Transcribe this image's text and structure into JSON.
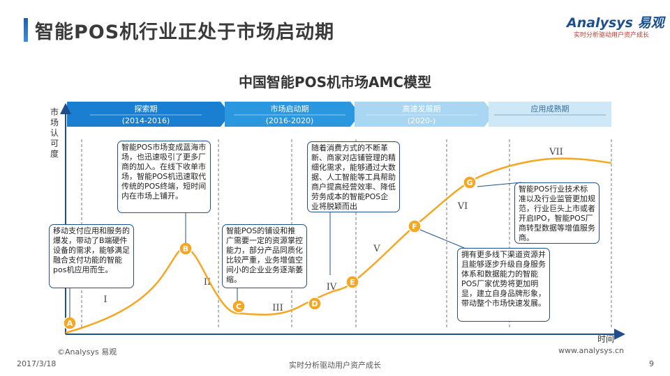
{
  "header": {
    "title": "智能POS机行业正处于市场启动期",
    "logo_name": "Analysys 易观",
    "logo_slogan": "实时分析驱动用户资产成长"
  },
  "footer": {
    "copyright": "©Analysys 易观",
    "website": "www.analysys.cn",
    "date": "2017/3/18",
    "slogan": "实时分析驱动用户资产成长",
    "page": "9"
  },
  "chart_data": {
    "type": "line",
    "title": "中国智能POS机市场AMC模型",
    "ylabel": "市场认可度",
    "xlabel": "时间",
    "grid": false,
    "phases": [
      {
        "name": "探索期",
        "period": "(2014-2016)"
      },
      {
        "name": "市场启动期",
        "period": "(2016-2020)"
      },
      {
        "name": "高速发展期",
        "period": "(2020-)"
      },
      {
        "name": "应用成熟期",
        "period": ""
      }
    ],
    "stages": [
      "I",
      "II",
      "III",
      "IV",
      "V",
      "VI",
      "VII"
    ],
    "points": [
      {
        "label": "A",
        "description": "移动支付应用和服务的爆发，带动了B端硬件设备的需求，能够满足融合支付功能的智能pos机应用而生。"
      },
      {
        "label": "B",
        "description": "智能POS市场变成蓝海市场，也迅速吸引了更多厂商的加入。在线下收单市场，智能POS机迅速取代传统的POS终端，短时间内在市场上铺开。"
      },
      {
        "label": "C",
        "description": "智能POS的铺设和推广需要一定的资源掌控能力，部分产品同质化比较严重，业务增值空间小的企业业务逐渐萎缩。"
      },
      {
        "label": "D",
        "description": ""
      },
      {
        "label": "E",
        "description": "随着消费方式的不断革新、商家对店铺管理的精细化需求，能够通过大数据、人工智能等工具帮助商户提高经营效率、降低劳务成本的智能POS企业将脱颖而出"
      },
      {
        "label": "F",
        "description": "拥有更多线下渠道资源并且能够逐步升级自身服务体系和数据能力的智能POS厂家优势将更加明显，建立自身品牌形象，带动整个市场快速发展。"
      },
      {
        "label": "G",
        "description": "智能POS行业技术标准以及行业监管更加规范，行业巨头上市或者开启IPO，智能POS厂商转型数据等增值服务商。"
      }
    ],
    "colors": {
      "curve": "#f5a623",
      "marker": "#f5a623",
      "axis": "#1f4e8c",
      "phase_dark": "#1a7fd0",
      "phase_light": "#cfe8f8"
    }
  }
}
